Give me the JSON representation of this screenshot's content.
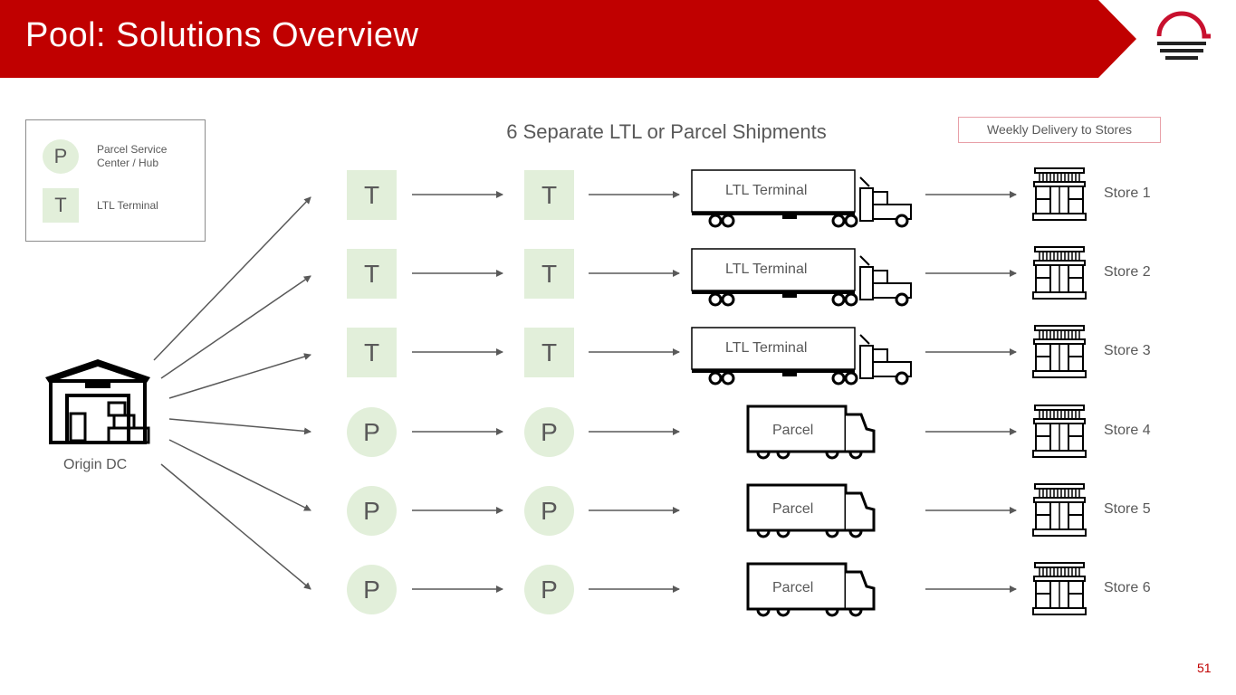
{
  "header": {
    "title": "Pool: Solutions Overview",
    "color": "#c00000"
  },
  "legend": {
    "items": [
      {
        "symbol": "P",
        "label_line1": "Parcel Service",
        "label_line2": "Center / Hub"
      },
      {
        "symbol": "T",
        "label_line1": "LTL Terminal",
        "label_line2": ""
      }
    ]
  },
  "heading": "6 Separate LTL or Parcel Shipments",
  "weekly_button": "Weekly Delivery to Stores",
  "origin": {
    "label": "Origin DC",
    "icon": "warehouse-icon"
  },
  "rows": [
    {
      "node": "T",
      "vehicle": "ltl",
      "vehicle_label": "LTL Terminal",
      "store": "Store 1"
    },
    {
      "node": "T",
      "vehicle": "ltl",
      "vehicle_label": "LTL Terminal",
      "store": "Store 2"
    },
    {
      "node": "T",
      "vehicle": "ltl",
      "vehicle_label": "LTL Terminal",
      "store": "Store 3"
    },
    {
      "node": "P",
      "vehicle": "parcel",
      "vehicle_label": "Parcel",
      "store": "Store 4"
    },
    {
      "node": "P",
      "vehicle": "parcel",
      "vehicle_label": "Parcel",
      "store": "Store 5"
    },
    {
      "node": "P",
      "vehicle": "parcel",
      "vehicle_label": "Parcel",
      "store": "Store 6"
    }
  ],
  "page_number": "51",
  "colors": {
    "accent": "#c00000",
    "node_fill": "#e2efda",
    "arrow": "#595959"
  }
}
